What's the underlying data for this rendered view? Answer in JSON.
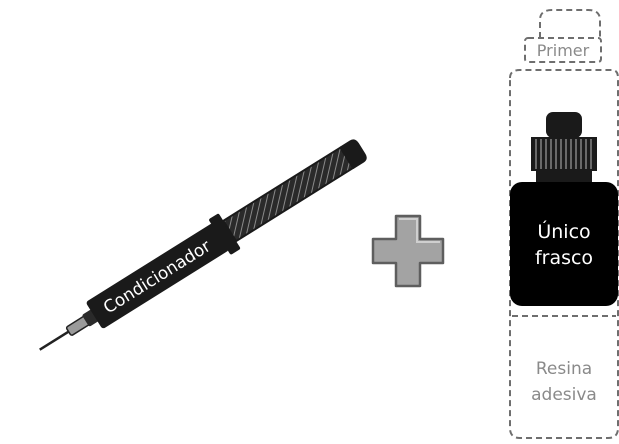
{
  "syringe": {
    "label": "Condicionador"
  },
  "bottle": {
    "label_line1": "Único",
    "label_line2": "frasco"
  },
  "dashed_components": {
    "primer": "Primer",
    "resin_line1": "Resina",
    "resin_line2": "adesiva"
  },
  "colors": {
    "syringe_body": "#1a1a1a",
    "bottle_body": "#000000",
    "plus_fill": "#9e9e9e",
    "dashed_outline": "#6e6e6e",
    "light_text": "#8a8a8a",
    "dark_text": "#ffffff"
  },
  "icons": {
    "syringe": "syringe-icon",
    "plus": "plus-icon",
    "bottle": "bottle-icon"
  }
}
